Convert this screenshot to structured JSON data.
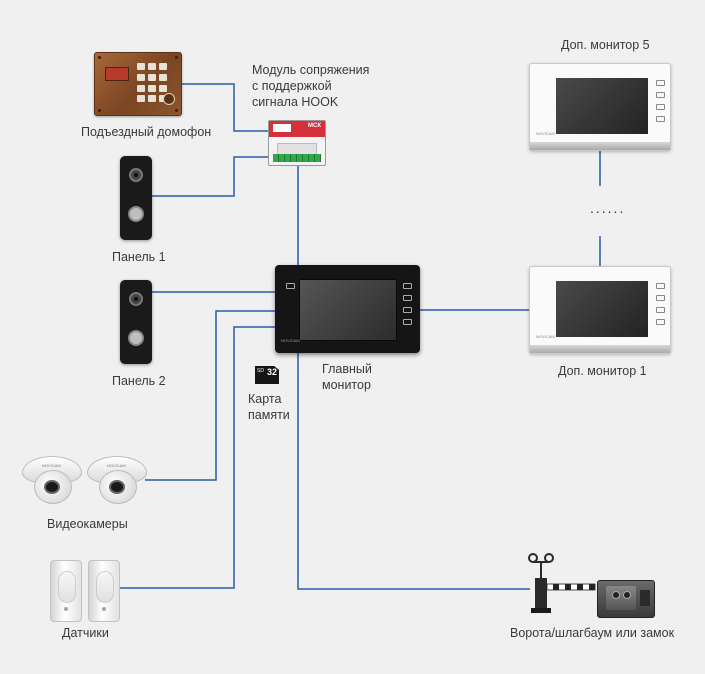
{
  "labels": {
    "entrance_intercom": "Подъездный домофон",
    "interface_module": [
      "Модуль сопряжения",
      "с поддержкой",
      "сигнала HOOK"
    ],
    "panel1": "Панель 1",
    "panel2": "Панель 2",
    "main_monitor": [
      "Главный",
      "монитор"
    ],
    "memory_card": [
      "Карта",
      "памяти"
    ],
    "cameras": "Видеокамеры",
    "sensors": "Датчики",
    "gate_lock": "Ворота/шлагбаум или замок",
    "add_monitor_5": "Доп. монитор 5",
    "add_monitor_1": "Доп. монитор 1"
  },
  "device_text": {
    "module_brand": "МСК",
    "sd_capacity": "32",
    "sd_mark": "SD",
    "monitor_brand": "NOVICAM",
    "camera_brand": "NOVICAM"
  },
  "ellipsis": "......",
  "colors": {
    "wire": "#2a5aa8",
    "background": "#f0f0f0",
    "label": "#3a3a3a"
  }
}
